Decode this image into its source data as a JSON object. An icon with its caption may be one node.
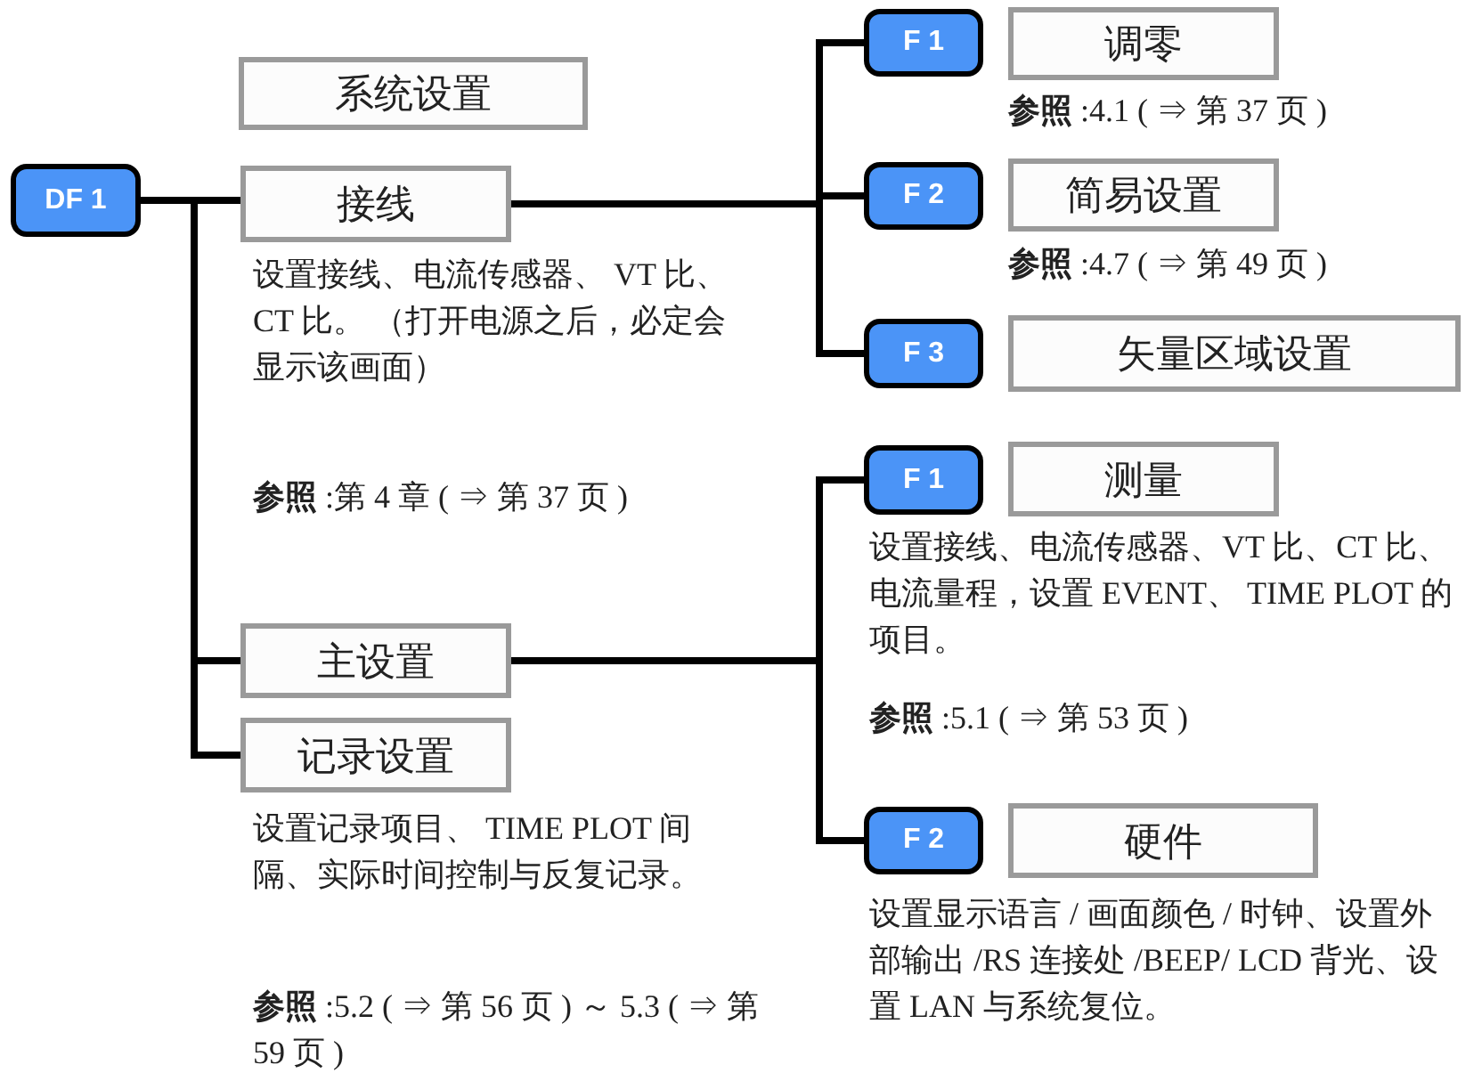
{
  "diagram": {
    "nodes": [
      {
        "text": [
          "系统设置"
        ]
      },
      {
        "text": [
          "DF 1"
        ]
      },
      {
        "text": [
          "接线"
        ],
        "beside": [
          "设置接线、电流传感器、 VT 比、 CT 比。 （打开电源之后，必定会显示该画面）",
          "**参照** :第 4 章 ( ⇒ 第 37 页 )"
        ]
      },
      {
        "text": [
          "F 1"
        ]
      },
      {
        "text": [
          "调零"
        ],
        "beside": [
          "**参照** :4.1 ( ⇒ 第 37 页 )"
        ]
      },
      {
        "text": [
          "F 2"
        ]
      },
      {
        "text": [
          "简易设置"
        ],
        "beside": [
          "**参照** :4.7 ( ⇒ 第 49 页 )"
        ]
      },
      {
        "text": [
          "F 3"
        ]
      },
      {
        "text": [
          "矢量区域设置"
        ]
      },
      {
        "text": [
          "主设置"
        ]
      },
      {
        "text": [
          "记录设置"
        ],
        "beside": [
          "设置记录项目、 TIME PLOT 间隔、实际时间控制与反复记录。",
          "**参照** :5.2 ( ⇒ 第 56 页 ) ～ 5.3 ( ⇒ 第 59 页 )"
        ]
      },
      {
        "text": [
          "F 1"
        ]
      },
      {
        "text": [
          "测量"
        ],
        "beside": [
          "设置接线、电流传感器、VT 比、CT 比、电流量程，设置 EVENT、 TIME PLOT 的项目。",
          "**参照** :5.1 ( ⇒ 第 53 页 )"
        ]
      },
      {
        "text": [
          "F 2"
        ]
      },
      {
        "text": [
          "硬件"
        ],
        "beside": [
          "设置显示语言 / 画面颜色 / 时钟、设置外部输出 /RS 连接处 /BEEP/ LCD 背光、设置 LAN 与系统复位。"
        ]
      }
    ],
    "edges": [
      {
        "from": 1,
        "to": 2,
        "arrow": "none"
      },
      {
        "from": 1,
        "to": 9,
        "arrow": "none"
      },
      {
        "from": 1,
        "to": 10,
        "arrow": "none"
      },
      {
        "from": 2,
        "to": 3,
        "arrow": "none"
      },
      {
        "from": 2,
        "to": 5,
        "arrow": "none"
      },
      {
        "from": 2,
        "to": 7,
        "arrow": "none"
      },
      {
        "from": 9,
        "to": 11,
        "arrow": "none"
      },
      {
        "from": 9,
        "to": 13,
        "arrow": "none"
      }
    ]
  }
}
